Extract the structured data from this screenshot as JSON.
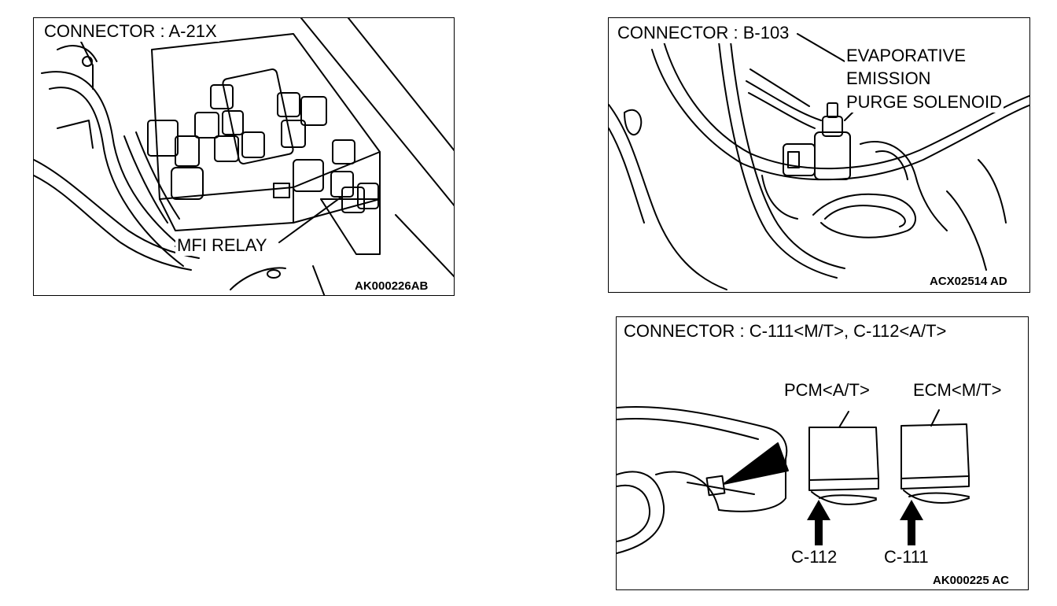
{
  "panel_a": {
    "title": "CONNECTOR : A-21X",
    "callout": "MFI RELAY",
    "code": "AK000226AB"
  },
  "panel_b": {
    "title": "CONNECTOR : B-103",
    "callout_lines": [
      "EVAPORATIVE",
      "EMISSION",
      "PURGE SOLENOID"
    ],
    "code": "ACX02514 AD"
  },
  "panel_c": {
    "title": "CONNECTOR : C-111<M/T>, C-112<A/T>",
    "pcm_label": "PCM<A/T>",
    "ecm_label": "ECM<M/T>",
    "c112_label": "C-112",
    "c111_label": "C-111",
    "code": "AK000225 AC"
  }
}
